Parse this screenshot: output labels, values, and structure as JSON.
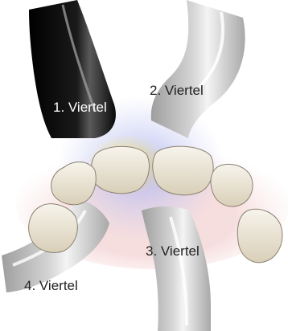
{
  "diagram": {
    "quadrants": [
      {
        "label": "1. Viertel"
      },
      {
        "label": "2. Viertel"
      },
      {
        "label": "3. Viertel"
      },
      {
        "label": "4. Viertel"
      }
    ],
    "colors": {
      "quadrant_1_highlight": "#0a0a0a",
      "handpiece_gray": "#bdbdbd",
      "blue_glow": "#c8cdf2",
      "pink_arch": "#f5d6d6",
      "yellow_glow": "#f7e35c",
      "tooth": "#f3efe6"
    }
  }
}
